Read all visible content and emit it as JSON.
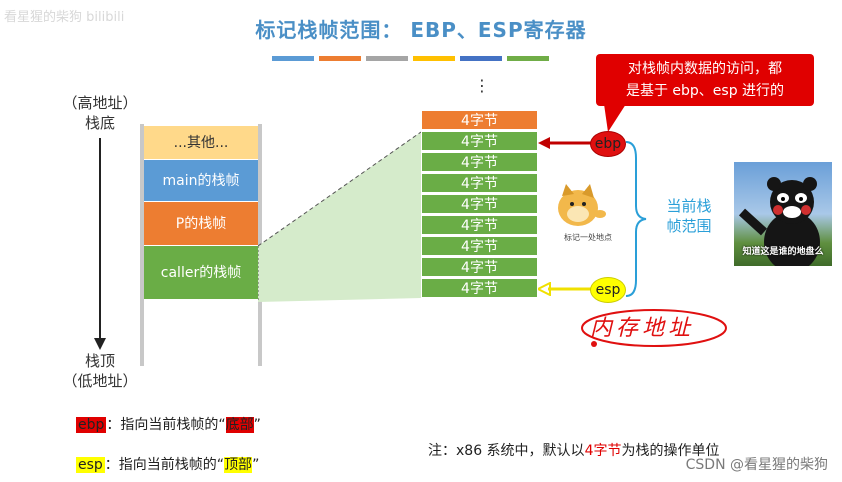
{
  "watermark_top": "看星猩的柴狗 bilibili",
  "title": "标记栈帧范围： EBP、ESP寄存器",
  "color_strip": [
    "#5b9bd5",
    "#ed7d31",
    "#a5a5a5",
    "#ffc000",
    "#4472c4",
    "#70ad47"
  ],
  "left_stack": {
    "high_label": "（高地址）",
    "bottom_label": "栈底",
    "top_label": "栈顶",
    "low_label": "（低地址）",
    "blocks": [
      {
        "label": "...其他...",
        "color": "#ffd98a",
        "text_color": "#333333"
      },
      {
        "label": "main的栈帧",
        "color": "#5b9bd5",
        "text_color": "#ffffff"
      },
      {
        "label": "P的栈帧",
        "color": "#ed7d31",
        "text_color": "#ffffff"
      },
      {
        "label": "caller的栈帧",
        "color": "#6aad46",
        "text_color": "#ffffff"
      }
    ]
  },
  "frame": {
    "dots": "⋮",
    "top_cell": "4字节",
    "cells": [
      "4字节",
      "4字节",
      "4字节",
      "4字节",
      "4字节",
      "4字节",
      "4字节",
      "4字节"
    ]
  },
  "registers": {
    "ebp": "ebp",
    "esp": "esp"
  },
  "bubble_text_line1": "对栈帧内数据的访问，都",
  "bubble_text_line2": "是基于 ebp、esp 进行的",
  "range_label_line1": "当前栈",
  "range_label_line2": "帧范围",
  "sticker_caption": "标记一处地点",
  "meme_caption": "知道这是谁的地盘么",
  "handwriting": "内存地址",
  "notes": {
    "ebp_reg": "ebp",
    "ebp_text": "：指向当前栈帧的“",
    "ebp_highlight": "底部",
    "ebp_close": "”",
    "esp_reg": "esp",
    "esp_text": "：指向当前栈帧的“",
    "esp_highlight": "顶部",
    "esp_close": "”"
  },
  "footnote": {
    "prefix": "注：x86 系统中，默认以",
    "highlight": "4字节",
    "suffix": "为栈的操作单位"
  },
  "watermark_bottom": "CSDN @看星猩的柴狗"
}
